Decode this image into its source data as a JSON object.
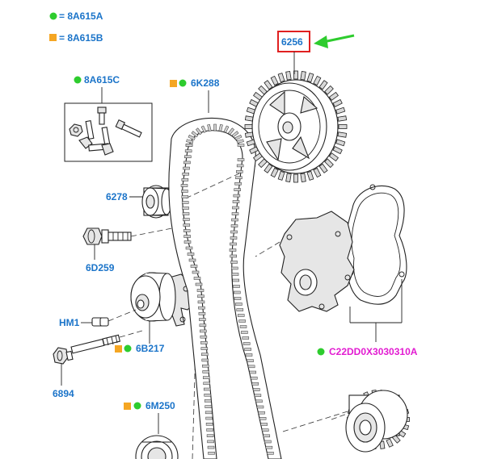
{
  "colors": {
    "green": "#2ecc2e",
    "orange": "#f5a623",
    "label_blue": "#1b74c9",
    "magenta": "#e21bd1",
    "highlight_red": "#e02020",
    "arrow_green": "#2ecc2e"
  },
  "legend": [
    {
      "marker": "green-dot",
      "text": "= 8A615A"
    },
    {
      "marker": "orange-square",
      "text": "= 8A615B"
    }
  ],
  "parts": {
    "p8A615C": "8A615C",
    "p6K288": "6K288",
    "p6256": "6256",
    "p6278": "6278",
    "p6D259": "6D259",
    "pHM1": "HM1",
    "p6B217": "6B217",
    "p6894": "6894",
    "p6M250": "6M250",
    "pC22": "C22DD0X3030310A"
  }
}
